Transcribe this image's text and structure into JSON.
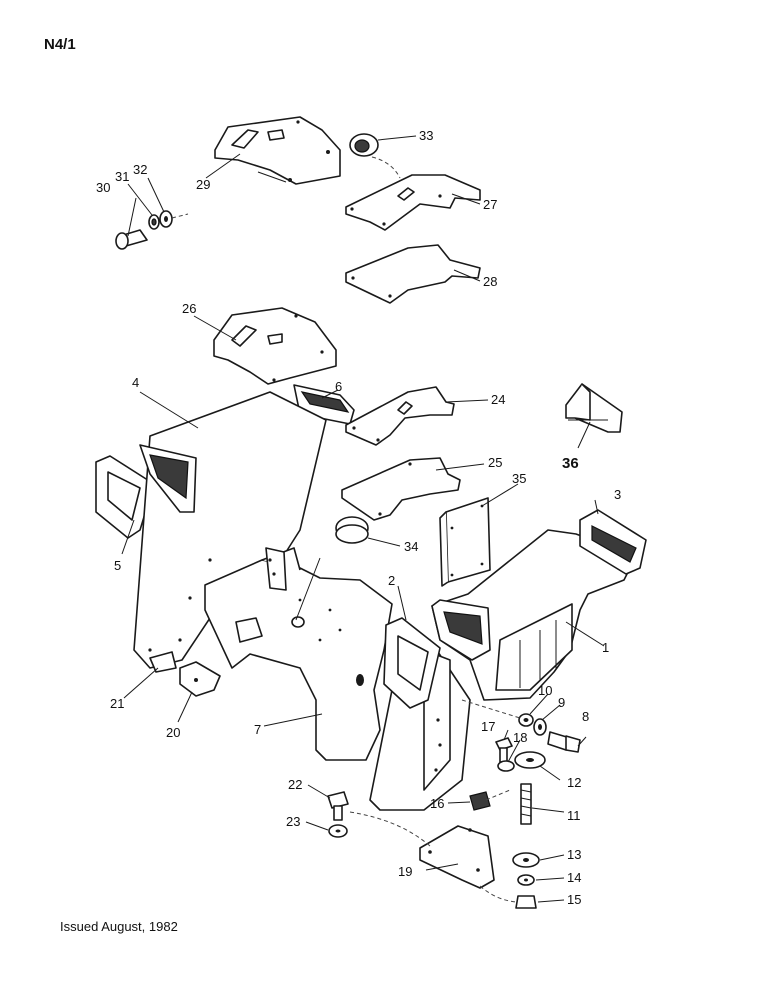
{
  "page_code": "N4/1",
  "issued": "Issued August, 1982",
  "callouts": [
    "1",
    "2",
    "3",
    "4",
    "5",
    "6",
    "7",
    "8",
    "9",
    "10",
    "11",
    "12",
    "13",
    "14",
    "15",
    "16",
    "17",
    "18",
    "19",
    "20",
    "21",
    "22",
    "23",
    "24",
    "25",
    "26",
    "27",
    "28",
    "29",
    "30",
    "31",
    "32",
    "33",
    "34",
    "35",
    "36"
  ]
}
